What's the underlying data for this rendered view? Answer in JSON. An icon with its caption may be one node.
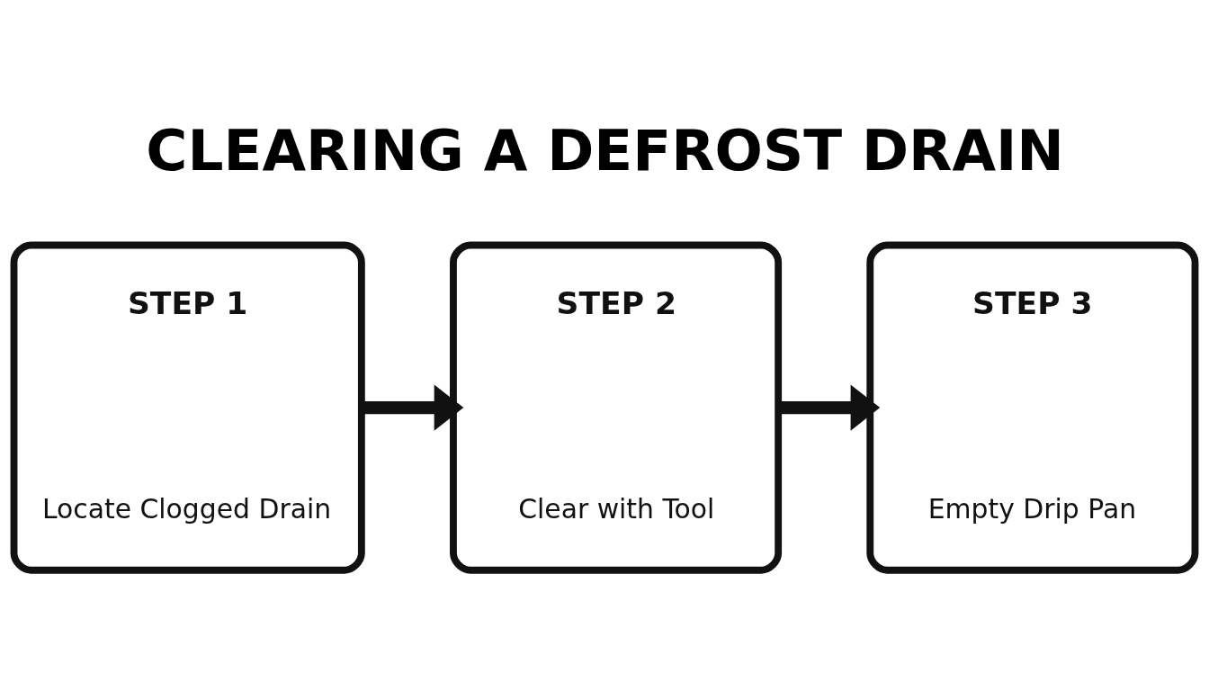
{
  "diagram": {
    "title": "CLEARING A DEFROST DRAIN",
    "nodes": [
      {
        "text": [
          "STEP 1",
          "Locate Clogged Drain"
        ]
      },
      {
        "text": [
          "STEP 2",
          "Clear with Tool"
        ]
      },
      {
        "text": [
          "STEP 3",
          "Empty Drip Pan"
        ]
      }
    ],
    "edges": [
      {
        "from": 0,
        "to": 1,
        "arrow": "to"
      },
      {
        "from": 1,
        "to": 2,
        "arrow": "to"
      }
    ]
  }
}
